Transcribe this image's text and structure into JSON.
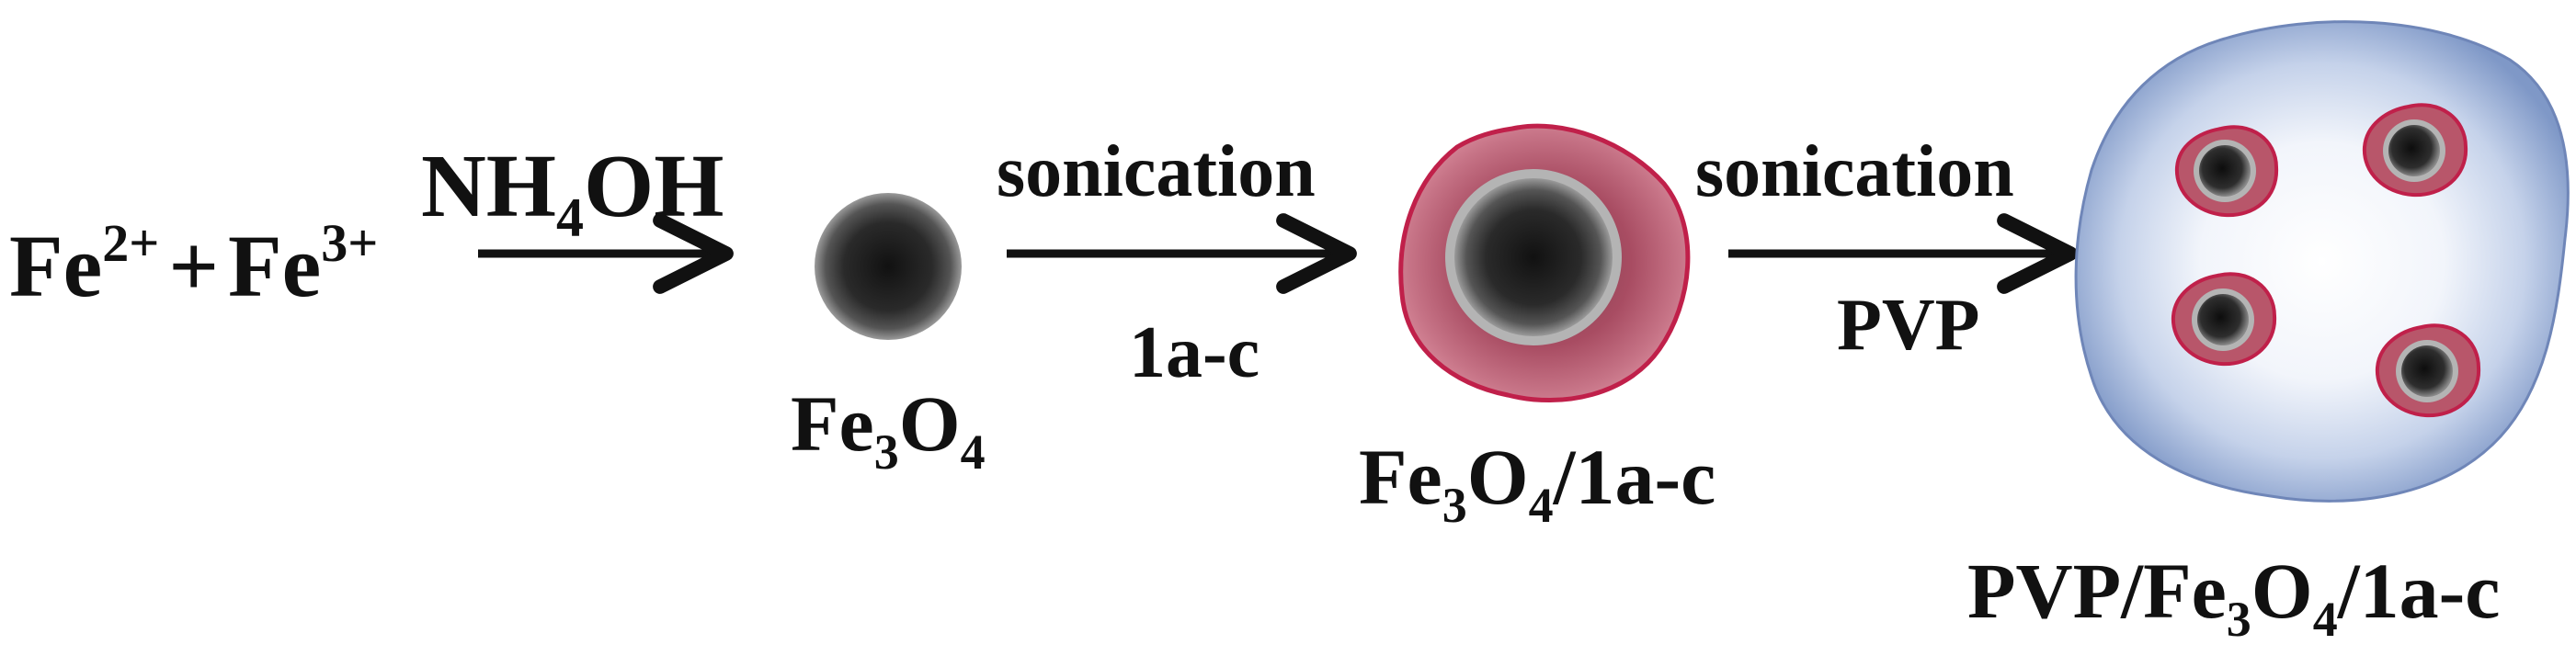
{
  "reactants": {
    "fe2": "Fe",
    "fe2_charge": "2+",
    "plus": "+",
    "fe3": "Fe",
    "fe3_charge": "3+"
  },
  "step1": {
    "reagent_main": "NH",
    "reagent_sub": "4",
    "reagent_tail": "OH"
  },
  "step2": {
    "above": "sonication",
    "below": "1a-c"
  },
  "step3": {
    "above": "sonication",
    "below": "PVP"
  },
  "products": {
    "p1": {
      "a": "Fe",
      "s1": "3",
      "b": "O",
      "s2": "4",
      "tail": ""
    },
    "p2": {
      "a": "Fe",
      "s1": "3",
      "b": "O",
      "s2": "4",
      "tail": "/1a-c"
    },
    "p3": {
      "pre": "PVP/Fe",
      "s1": "3",
      "b": "O",
      "s2": "4",
      "tail": "/1a-c"
    }
  },
  "colors": {
    "core": "#2b2b2b",
    "shell": "#b23a55",
    "shell_edge": "#c0204a",
    "pvp": "#7f98c7",
    "arrow": "#111111"
  }
}
